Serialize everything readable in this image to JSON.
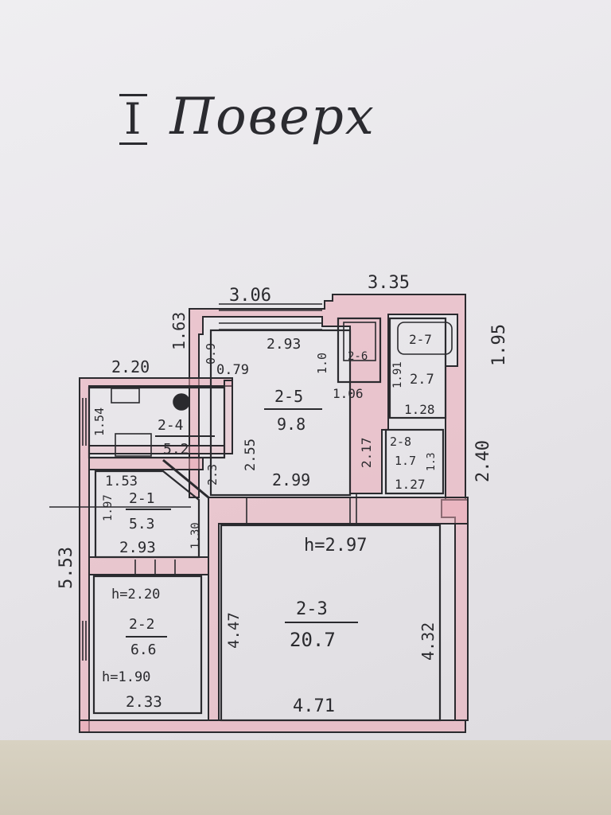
{
  "title": {
    "number": "I",
    "word": "Поверх"
  },
  "outer_dims": {
    "top_left": "3.06",
    "top_right": "3.35",
    "left_upper": "1.63",
    "right_upper": "1.95",
    "right_lower": "2.40",
    "left_room": "2.20",
    "left_total": "5.53"
  },
  "rooms": {
    "r2_5": {
      "code": "2-5",
      "area": "9.8",
      "dims": [
        "2.93",
        "0.79",
        "2.55",
        "2.99",
        "1.06",
        "2.17",
        "0.9",
        "1.0"
      ]
    },
    "r2_6": {
      "code": "2-6"
    },
    "r2_7": {
      "code": "2-7",
      "w": "2.7",
      "h": "1.28",
      "l": "1.91"
    },
    "r2_8": {
      "code": "2-8",
      "w": "1.7",
      "h": "1.27",
      "side": "1.3"
    },
    "r2_4": {
      "code": "2-4",
      "area": "5.2",
      "side": "1.54",
      "w": "2.3"
    },
    "r2_1": {
      "code": "2-1",
      "area": "5.3",
      "top": "1.53",
      "bottom": "2.93",
      "left": "1.97",
      "right": "1.30"
    },
    "r2_2": {
      "code": "2-2",
      "area": "6.6",
      "h_top": "h=2.20",
      "h_bottom": "h=1.90",
      "bottom": "2.33"
    },
    "r2_3": {
      "code": "2-3",
      "area": "20.7",
      "height": "h=2.97",
      "left": "4.47",
      "right": "4.32",
      "bottom": "4.71"
    }
  },
  "colors": {
    "wall": "#e8a4b2",
    "line": "#2a2a2e"
  }
}
